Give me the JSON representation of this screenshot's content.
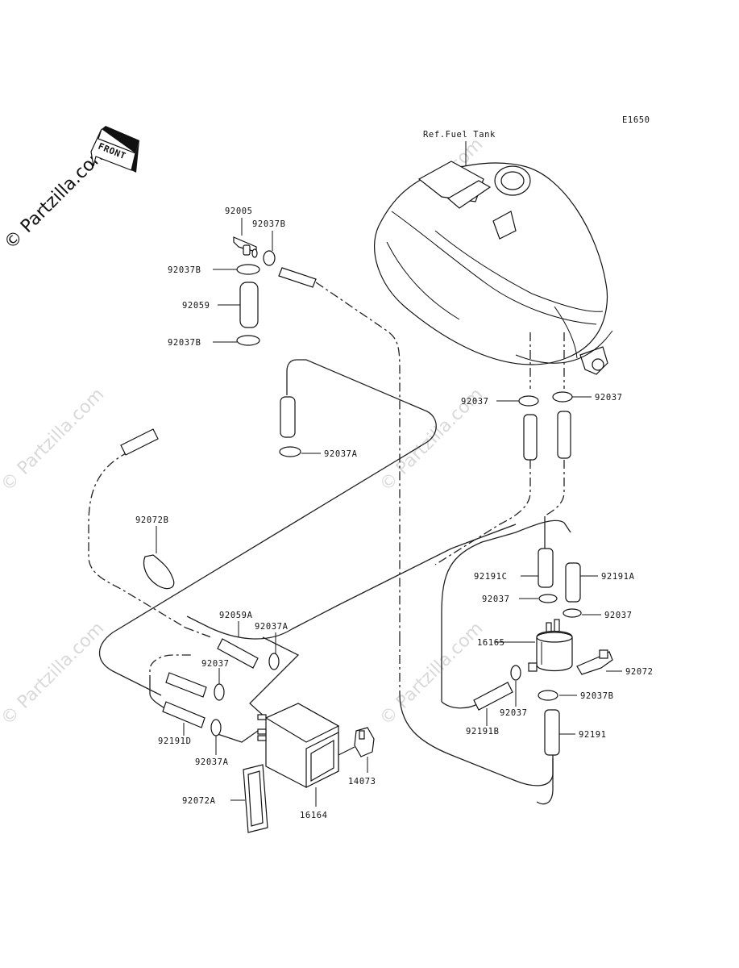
{
  "diagram_code": "E1650",
  "watermark": "© Partzilla.com",
  "front_label": "FRONT",
  "ref_label": "Ref.Fuel Tank",
  "labels": {
    "p92005": "92005",
    "p92037B_top": "92037B",
    "p92037B_left1": "92037B",
    "p92059": "92059",
    "p92037B_left2": "92037B",
    "p92037A_mid": "92037A",
    "p92037_tank_left": "92037",
    "p92037_tank_right": "92037",
    "p92072B": "92072B",
    "p92059A": "92059A",
    "p92037A_canister": "92037A",
    "p92037_canister": "92037",
    "p92191D": "92191D",
    "p92037A_bottom": "92037A",
    "p92072A": "92072A",
    "p16164": "16164",
    "p14073": "14073",
    "p92191C": "92191C",
    "p92191A": "92191A",
    "p92037_filter_left": "92037",
    "p92037_filter_right": "92037",
    "p16165": "16165",
    "p92072": "92072",
    "p92037B_filter": "92037B",
    "p92037_filter_bottom": "92037",
    "p92191B": "92191B",
    "p92191": "92191"
  }
}
